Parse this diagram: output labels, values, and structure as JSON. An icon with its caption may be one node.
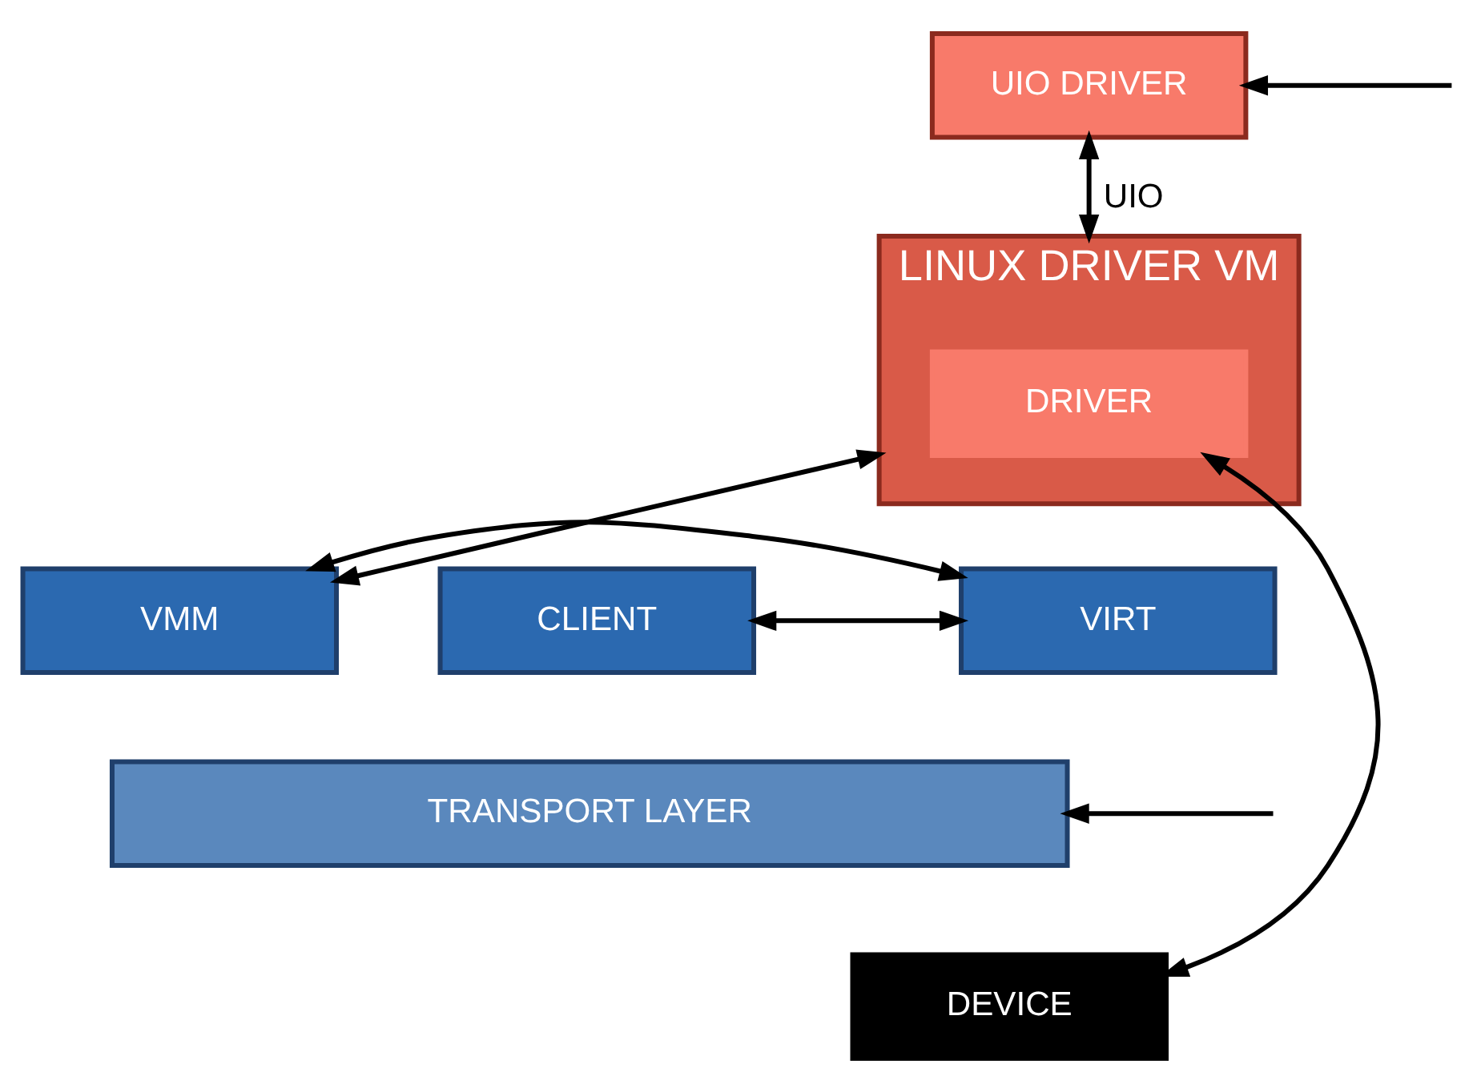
{
  "diagram": {
    "nodes": [
      {
        "text": [
          "UIO DRIVER"
        ]
      },
      {
        "text": [
          "LINUX DRIVER VM"
        ]
      },
      {
        "text": [
          "DRIVER"
        ],
        "in": 1
      },
      {
        "text": [
          "CLIENT"
        ]
      },
      {
        "text": [
          "VIRT"
        ]
      },
      {
        "text": [
          "VMM"
        ]
      },
      {
        "text": [
          "TRANSPORT LAYER"
        ]
      },
      {
        "text": [
          "DEVICE"
        ]
      }
    ],
    "edges": [
      {
        "from": null,
        "to": 0,
        "arrow": "to"
      },
      {
        "from": 0,
        "to": 1,
        "arrow": "both",
        "label": "UIO"
      },
      {
        "from": 7,
        "to": 2,
        "arrow": "both"
      },
      {
        "from": 1,
        "to": 5,
        "arrow": "both"
      },
      {
        "from": 3,
        "to": 4,
        "arrow": "both"
      },
      {
        "from": 4,
        "to": 5,
        "arrow": "both"
      },
      {
        "from": null,
        "to": 6,
        "arrow": "to"
      }
    ]
  }
}
